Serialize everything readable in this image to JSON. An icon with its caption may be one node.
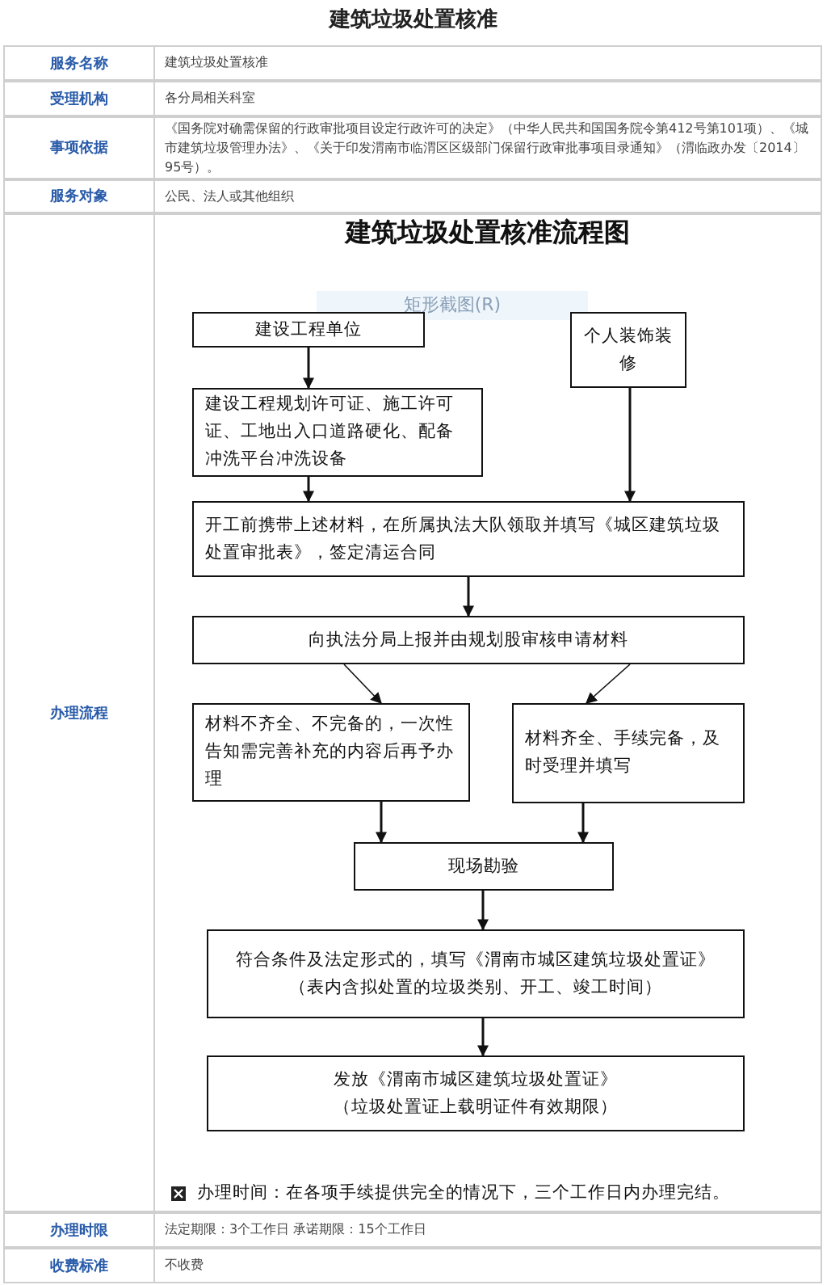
{
  "diagram": {
    "title": "建筑垃圾处置核准",
    "nodes": [
      {
        "text": [
          "建设工程单位"
        ]
      },
      {
        "text": [
          "个人装饰装修"
        ]
      },
      {
        "text": [
          "建设工程规划许可证、施工许可证、工地出入口道路硬化、配备冲洗平台冲洗设备"
        ]
      },
      {
        "text": [
          "开工前携带上述材料，在所属执法大队领取并填写《城区建筑垃圾处置审批表》，签定清运合同"
        ]
      },
      {
        "text": [
          "向执法分局上报并由规划股审核申请材料"
        ]
      },
      {
        "text": [
          "材料不齐全、不完备的，一次性告知需完善补充的内容后再予办理"
        ]
      },
      {
        "text": [
          "材料齐全、手续完备，及时受理并填写"
        ]
      },
      {
        "text": [
          "现场勘验"
        ]
      },
      {
        "text": [
          "符合条件及法定形式的，填写《渭南市城区建筑垃圾处置证》",
          "（表内含拟处置的垃圾类别、开工、竣工时间）"
        ]
      },
      {
        "text": [
          "发放《渭南市城区建筑垃圾处置证》",
          "（垃圾处置证上载明证件有效期限）"
        ]
      }
    ],
    "edges": [
      {
        "from": 0,
        "to": 2,
        "arrow": "to"
      },
      {
        "from": 2,
        "to": 3,
        "arrow": "to"
      },
      {
        "from": 1,
        "to": 3,
        "arrow": "to"
      },
      {
        "from": 3,
        "to": 4,
        "arrow": "to"
      },
      {
        "from": 4,
        "to": 5,
        "arrow": "to"
      },
      {
        "from": 4,
        "to": 6,
        "arrow": "to"
      },
      {
        "from": 5,
        "to": 7,
        "arrow": "to"
      },
      {
        "from": 6,
        "to": 7,
        "arrow": "to"
      },
      {
        "from": 7,
        "to": 8,
        "arrow": "to"
      },
      {
        "from": 8,
        "to": 9,
        "arrow": "to"
      }
    ],
    "labels": [
      "服务名称",
      "建筑垃圾处置核准",
      "受理机构",
      "各分局相关科室",
      "事项依据",
      "《国务院对确需保留的行政审批项目设定行政许可的决定》（中华人民共和国国务院令第412号第101项）、《城市建筑垃圾管理办法》、《关于印发渭南市临渭区区级部门保留行政审批事项目录通知》（渭临政办发〔2014〕95号）。",
      "服务对象",
      "公民、法人或其他组织",
      "办理流程",
      "建筑垃圾处置核准流程图",
      "矩形截图(R)",
      "办理时间：在各项手续提供完全的情况下，三个工作日内办理完结。",
      "办理时限",
      "法定期限：3个工作日 承诺期限：15个工作日",
      "收费标准",
      "不收费"
    ]
  }
}
